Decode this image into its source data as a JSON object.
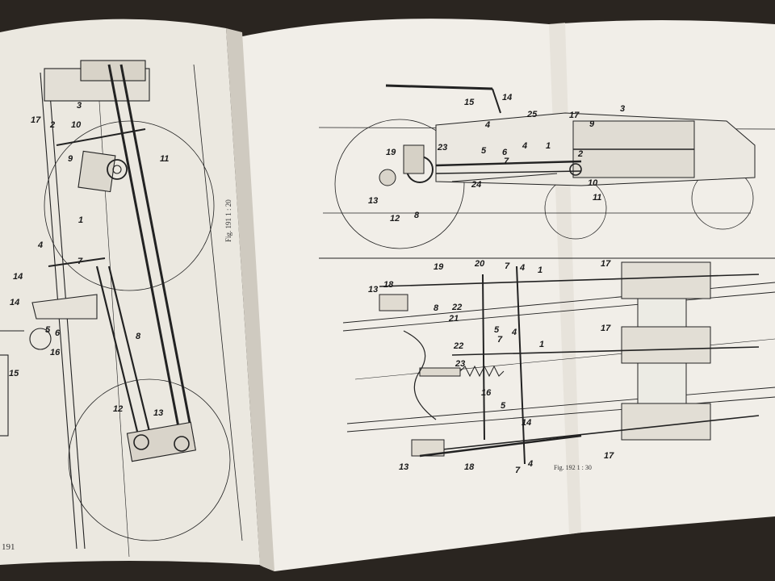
{
  "left_page": {
    "figure_caption": "Fig. 191   1 : 20",
    "page_number_fragment": "191",
    "part_labels": [
      "17",
      "2",
      "10",
      "3",
      "9",
      "11",
      "1",
      "4",
      "14",
      "7",
      "14",
      "5",
      "6",
      "16",
      "15",
      "8",
      "12",
      "13"
    ]
  },
  "right_page": {
    "figure_caption": "Fig. 192   1 : 30",
    "top_view_labels": [
      "15",
      "14",
      "25",
      "4",
      "17",
      "9",
      "3",
      "23",
      "5",
      "6",
      "4",
      "1",
      "2",
      "19",
      "7",
      "10",
      "24",
      "13",
      "12",
      "8",
      "11"
    ],
    "bottom_view_labels": [
      "19",
      "20",
      "7",
      "4",
      "1",
      "17",
      "13",
      "18",
      "8",
      "22",
      "21",
      "5",
      "7",
      "4",
      "1",
      "17",
      "22",
      "23",
      "16",
      "5",
      "14",
      "13",
      "18",
      "7",
      "4",
      "17"
    ]
  },
  "colors": {
    "background": "#2a2520",
    "page": "#efece5",
    "ink": "#1a1a1a"
  }
}
